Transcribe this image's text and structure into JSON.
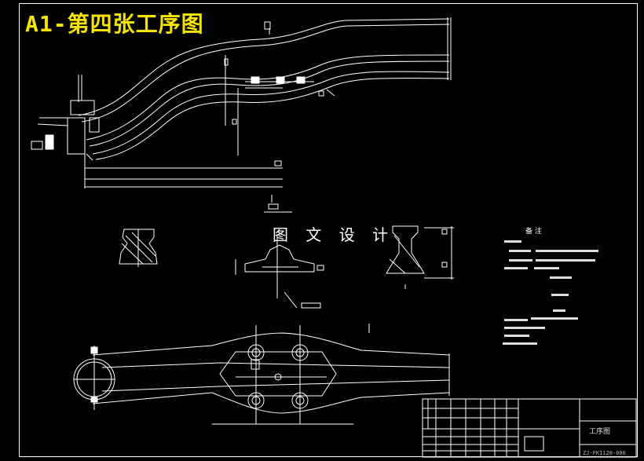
{
  "drawing": {
    "title": "A1-第四张工序图",
    "watermark": "图 文 设 计",
    "notes_heading": "备 注",
    "title_block": {
      "name": "工序图",
      "code": "ZJ-FK1120-006"
    }
  },
  "colors": {
    "background": "#000000",
    "lines": "#ffffff",
    "title": "#f5e400"
  }
}
